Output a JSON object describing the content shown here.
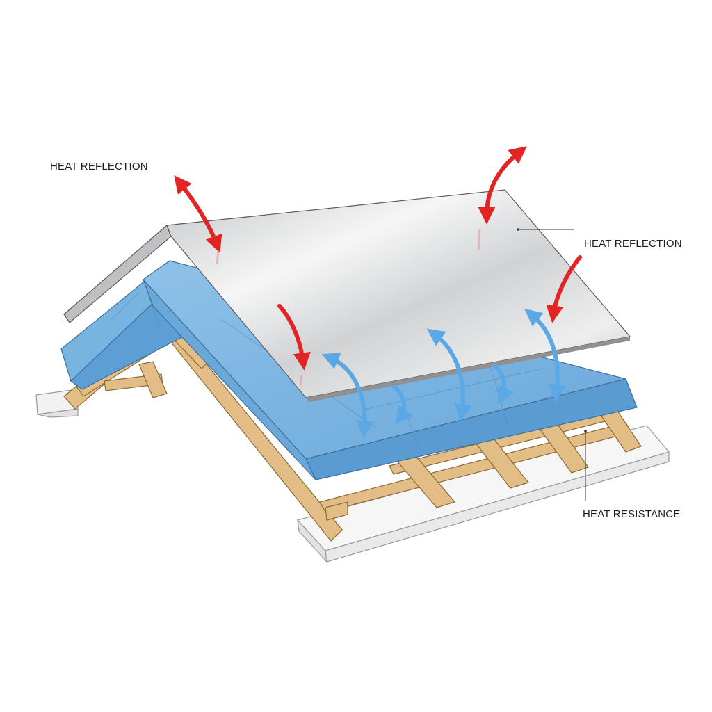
{
  "labels": {
    "heat_reflection_left": "HEAT REFLECTION",
    "heat_reflection_right": "HEAT REFLECTION",
    "heat_resistance": "HEAT RESISTANCE"
  },
  "colors": {
    "reflection_arrow": "#e32424",
    "resistance_arrow": "#5aa8e6",
    "insulation": "#78b4e0",
    "insulation_dark": "#4e93cc",
    "timber": "#e2bd86",
    "timber_edge": "#8a6a3a",
    "foil": "#d9dadb",
    "wall_plate": "#f4f4f4"
  },
  "icons": {
    "reflection": "curved-red-arrow-icon",
    "resistance": "curved-blue-arrow-icon"
  }
}
